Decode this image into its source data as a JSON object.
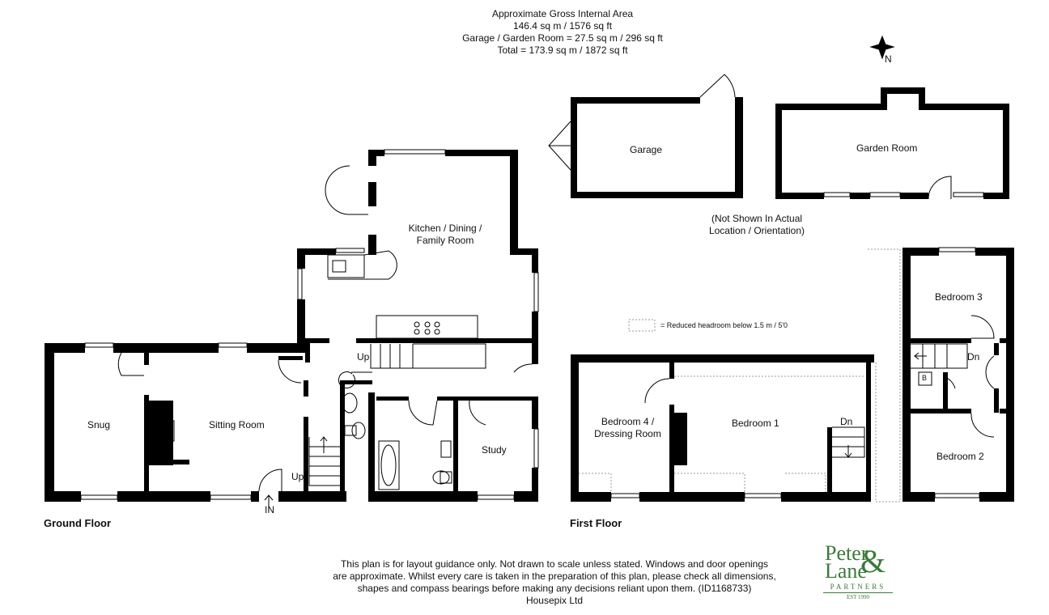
{
  "area": {
    "heading": "Approximate Gross Internal Area",
    "main": "146.4 sq m / 1576 sq ft",
    "garage": "Garage / Garden Room  = 27.5 sq m / 296 sq ft",
    "total": "Total = 173.9 sq m / 1872 sq ft"
  },
  "compass": {
    "north": "N"
  },
  "rooms": {
    "garage": "Garage",
    "garden_room": "Garden Room",
    "not_shown_1": "(Not Shown In Actual",
    "not_shown_2": "Location / Orientation)",
    "kitchen_1": "Kitchen / Dining /",
    "kitchen_2": "Family Room",
    "snug": "Snug",
    "sitting_room": "Sitting Room",
    "study": "Study",
    "bedroom4_1": "Bedroom 4 /",
    "bedroom4_2": "Dressing Room",
    "bedroom1": "Bedroom 1",
    "bedroom2": "Bedroom 2",
    "bedroom3": "Bedroom 3",
    "boiler": "B"
  },
  "stairs": {
    "up1": "Up",
    "up2": "Up",
    "dn1": "Dn",
    "dn2": "Dn",
    "entrance": "IN"
  },
  "legend": {
    "text": "= Reduced headroom below 1.5 m / 5'0"
  },
  "floors": {
    "ground": "Ground Floor",
    "first": "First Floor"
  },
  "disclaimer": {
    "line1": "This plan is for layout guidance only. Not drawn to scale unless stated. Windows and door openings",
    "line2": "are approximate. Whilst every care is taken in the preparation of this plan, please check all dimensions,",
    "line3": "shapes and compass bearings before making any decisions reliant upon them. (ID1168733)",
    "line4": "Housepix Ltd"
  },
  "logo": {
    "line1": "Peter",
    "line2": "Lane",
    "amp": "&",
    "partners": "PARTNERS",
    "est": "EST 1990"
  },
  "colors": {
    "wall": "#000000",
    "logo": "#3c7a3a",
    "headroom": "#999999"
  }
}
